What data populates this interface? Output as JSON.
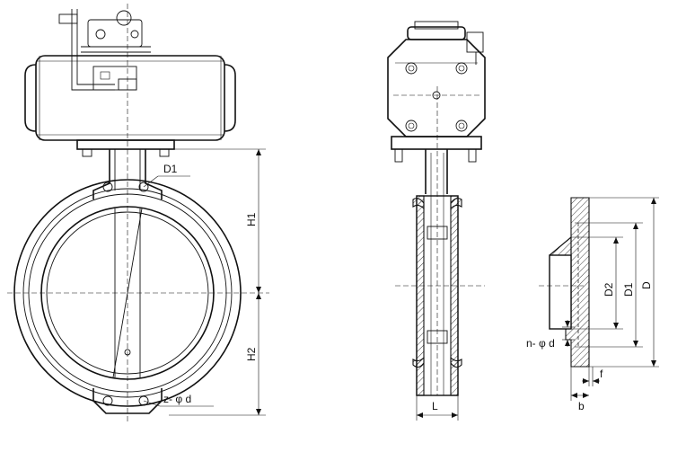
{
  "labels": {
    "d1_front": "D1",
    "h1": "H1",
    "h2": "H2",
    "z_phi_d": "z- φ d",
    "l": "L",
    "d2": "D2",
    "d1_flange": "D1",
    "d": "D",
    "n_phi_d": "n- φ d",
    "b": "b",
    "f": "f"
  },
  "colors": {
    "line": "#111111",
    "background": "#ffffff"
  }
}
